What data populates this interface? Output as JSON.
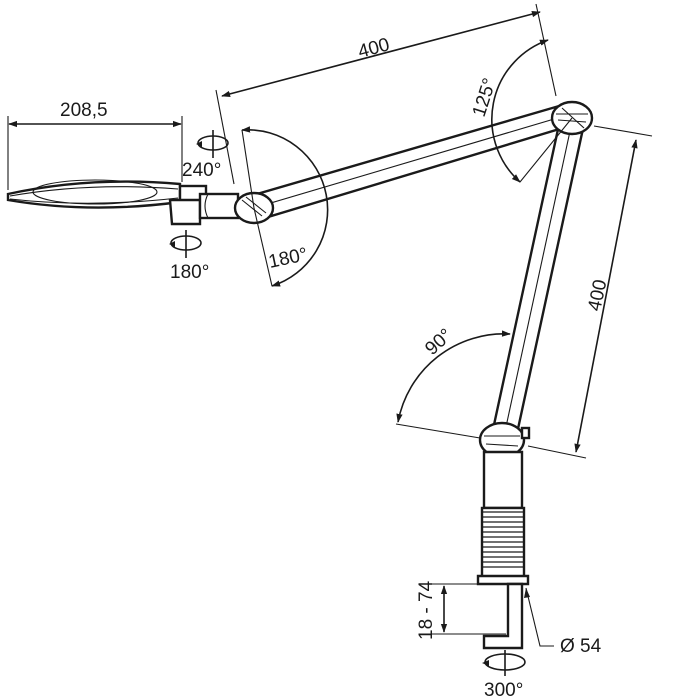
{
  "labels": {
    "lens_width": "208,5",
    "upper_arm_length": "400",
    "lower_arm_length": "400",
    "lens_rotation": "240°",
    "head_rotation": "180°",
    "elbow_front_angle": "180°",
    "elbow_angle": "125°",
    "base_joint_angle": "90°",
    "clamp_range": "18 - 74",
    "post_diameter": "Ø 54",
    "base_rotation": "300°"
  },
  "colors": {
    "line": "#1a1a1a",
    "background": "#ffffff"
  }
}
